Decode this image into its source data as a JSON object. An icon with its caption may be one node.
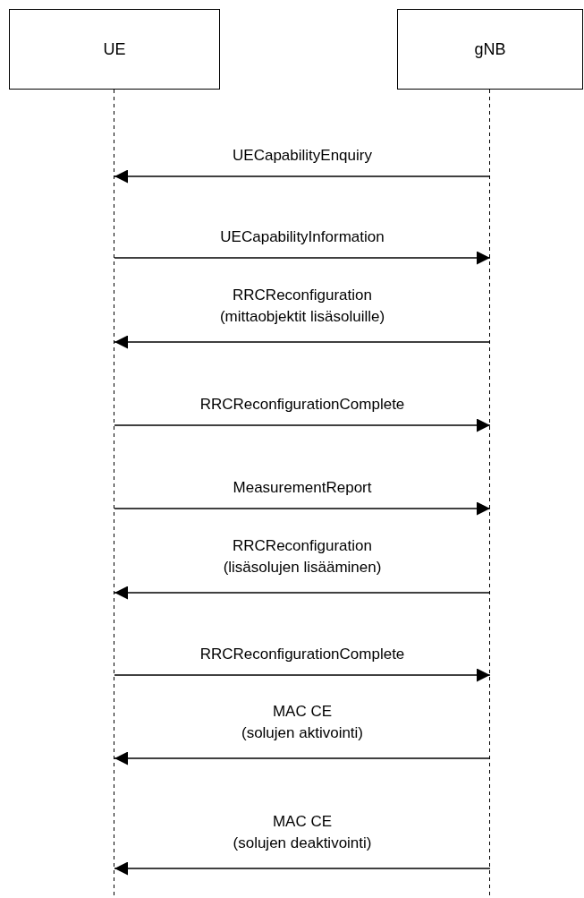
{
  "diagram": {
    "nodes": [
      {
        "text": [
          "UE"
        ]
      },
      {
        "text": [
          "gNB"
        ]
      }
    ],
    "edges": [
      {
        "from": 1,
        "to": 0,
        "arrow": "to",
        "label": "UECapabilityEnquiry"
      },
      {
        "from": 0,
        "to": 1,
        "arrow": "to",
        "label": "UECapabilityInformation"
      },
      {
        "from": 1,
        "to": 0,
        "arrow": "to",
        "label": "RRCReconfiguration (mittaobjektit lisäsoluille)"
      },
      {
        "from": 0,
        "to": 1,
        "arrow": "to",
        "label": "RRCReconfigurationComplete"
      },
      {
        "from": 0,
        "to": 1,
        "arrow": "to",
        "label": "MeasurementReport"
      },
      {
        "from": 1,
        "to": 0,
        "arrow": "to",
        "label": "RRCReconfiguration (lisäsolujen lisääminen)"
      },
      {
        "from": 0,
        "to": 1,
        "arrow": "to",
        "label": "RRCReconfigurationComplete"
      },
      {
        "from": 1,
        "to": 0,
        "arrow": "to",
        "label": "MAC CE (solujen aktivointi)"
      },
      {
        "from": 1,
        "to": 0,
        "arrow": "to",
        "label": "MAC CE (solujen deaktivointi)"
      }
    ]
  }
}
